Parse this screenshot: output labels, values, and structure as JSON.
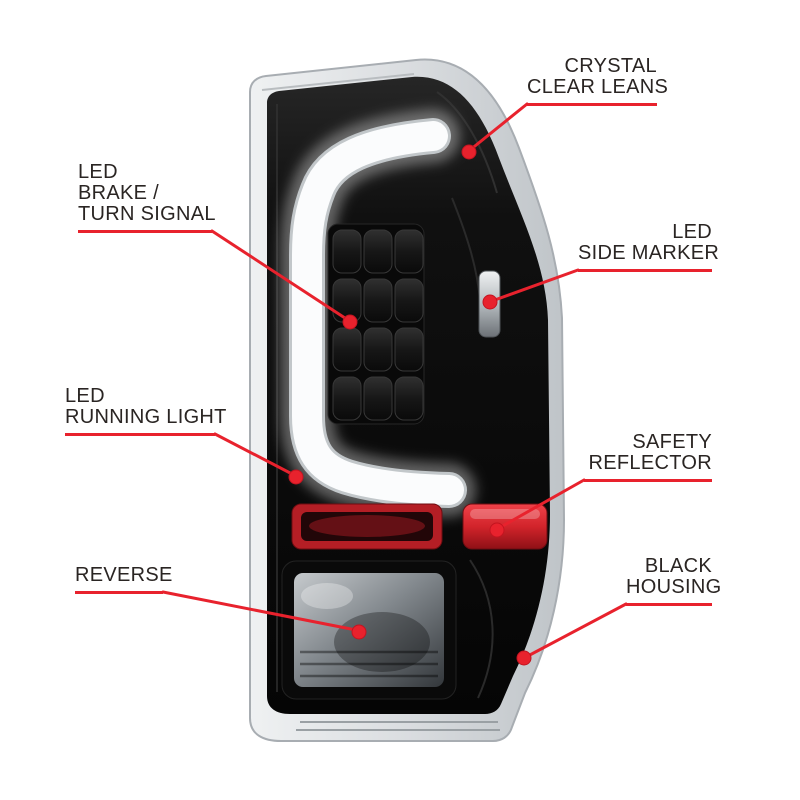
{
  "colors": {
    "accent_red": "#e8222d",
    "label_text": "#2a2523",
    "housing_black": "#0d0d0d",
    "shell_gray": "#d9dcdf",
    "background": "#ffffff"
  },
  "callouts": [
    {
      "name": "crystal-clear-lens",
      "lines": [
        "CRYSTAL",
        "CLEAR LEANS"
      ]
    },
    {
      "name": "led-brake-turn-signal",
      "lines": [
        "LED",
        "BRAKE /",
        "TURN SIGNAL"
      ]
    },
    {
      "name": "led-side-marker",
      "lines": [
        "LED",
        "SIDE MARKER"
      ]
    },
    {
      "name": "led-running-light",
      "lines": [
        "LED",
        "RUNNING LIGHT"
      ]
    },
    {
      "name": "safety-reflector",
      "lines": [
        "SAFETY",
        "REFLECTOR"
      ]
    },
    {
      "name": "reverse",
      "lines": [
        "REVERSE"
      ]
    },
    {
      "name": "black-housing",
      "lines": [
        "BLACK",
        "HOUSING"
      ]
    }
  ]
}
